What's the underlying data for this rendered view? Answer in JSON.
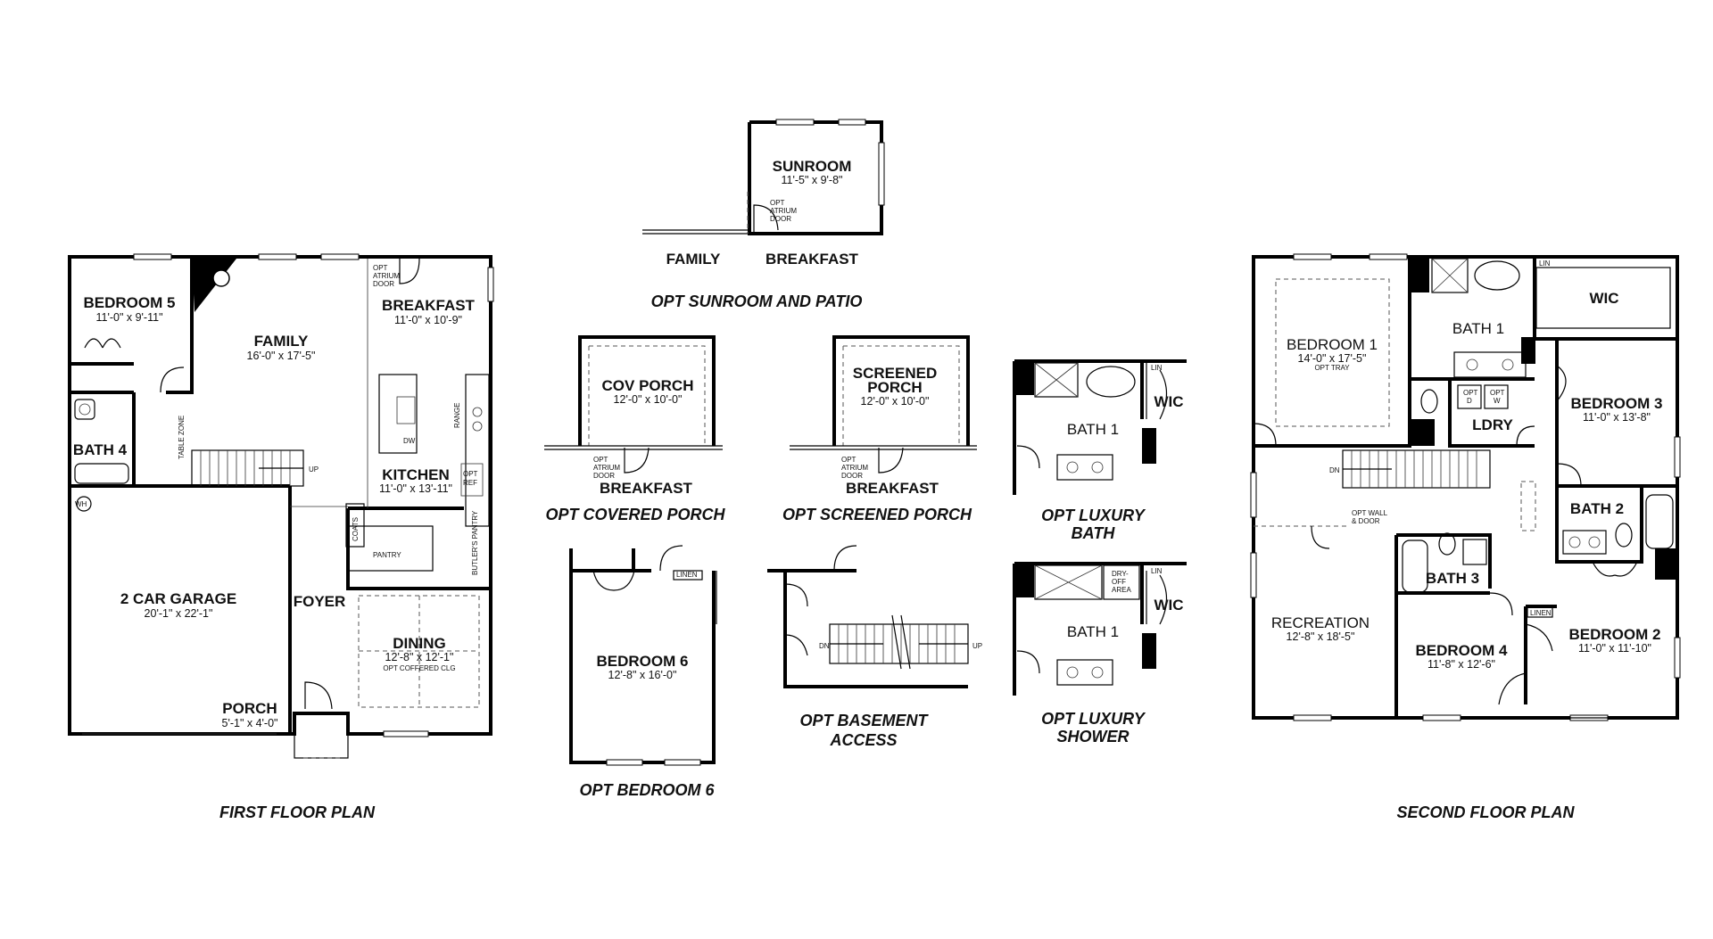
{
  "first_floor": {
    "caption": "FIRST FLOOR PLAN",
    "bedroom5": {
      "name": "BEDROOM 5",
      "size": "11'-0\" x 9'-11\""
    },
    "family": {
      "name": "FAMILY",
      "size": "16'-0\" x 17'-5\""
    },
    "breakfast": {
      "name": "BREAKFAST",
      "size": "11'-0\" x 10'-9\""
    },
    "atrium_note": [
      "OPT",
      "ATRIUM",
      "DOOR"
    ],
    "bath4": {
      "name": "BATH 4"
    },
    "kitchen": {
      "name": "KITCHEN",
      "size": "11'-0\" x 13'-11\""
    },
    "garage": {
      "name": "2 CAR GARAGE",
      "size": "20'-1\" x 22'-1\""
    },
    "foyer": {
      "name": "FOYER"
    },
    "dining": {
      "name": "DINING",
      "size": "12'-8\" x 12'-1\"",
      "note": "OPT COFFERED CLG"
    },
    "porch": {
      "name": "PORCH",
      "size": "5'-1\" x 4'-0\""
    },
    "labels": {
      "up": "UP",
      "wh": "WH",
      "pantry": "PANTRY",
      "butlers": "BUTLER'S PANTRY",
      "coats": "COATS",
      "range": "RANGE",
      "opt_ref": [
        "OPT",
        "REF"
      ],
      "dw": "DW",
      "table": "TABLE ZONE"
    }
  },
  "sunroom_option": {
    "caption": "OPT SUNROOM AND PATIO",
    "room": {
      "name": "SUNROOM",
      "size": "11'-5\" x 9'-8\""
    },
    "door_note": [
      "OPT",
      "ATRIUM",
      "DOOR"
    ],
    "family_label": "FAMILY",
    "breakfast_label": "BREAKFAST"
  },
  "covered_porch_option": {
    "caption": "OPT COVERED PORCH",
    "room": {
      "name": "COV PORCH",
      "size": "12'-0\" x 10'-0\""
    },
    "door_note": [
      "OPT",
      "ATRIUM",
      "DOOR"
    ],
    "breakfast_label": "BREAKFAST"
  },
  "screened_porch_option": {
    "caption": "OPT SCREENED PORCH",
    "room": {
      "name_line1": "SCREENED",
      "name_line2": "PORCH",
      "size": "12'-0\" x 10'-0\""
    },
    "door_note": [
      "OPT",
      "ATRIUM",
      "DOOR"
    ],
    "breakfast_label": "BREAKFAST"
  },
  "luxury_bath_option": {
    "caption_line1": "OPT LUXURY",
    "caption_line2": "BATH",
    "bath": "BATH 1",
    "wic": "WIC",
    "lin": "LIN"
  },
  "bedroom6_option": {
    "caption": "OPT BEDROOM 6",
    "room": {
      "name": "BEDROOM 6",
      "size": "12'-8\" x 16'-0\""
    },
    "linen": "LINEN"
  },
  "basement_option": {
    "caption_line1": "OPT BASEMENT",
    "caption_line2": "ACCESS",
    "dn": "DN",
    "up": "UP"
  },
  "luxury_shower_option": {
    "caption_line1": "OPT LUXURY",
    "caption_line2": "SHOWER",
    "bath": "BATH 1",
    "wic": "WIC",
    "lin": "LIN",
    "dropoff": [
      "DRY-",
      "OFF",
      "AREA"
    ]
  },
  "second_floor": {
    "caption": "SECOND FLOOR PLAN",
    "bedroom1": {
      "name": "BEDROOM 1",
      "size": "14'-0\" x 17'-5\"",
      "note": "OPT TRAY"
    },
    "bath1": "BATH 1",
    "wic": "WIC",
    "lin": "LIN",
    "bedroom3": {
      "name": "BEDROOM 3",
      "size": "11'-0\" x 13'-8\""
    },
    "ldry": "LDRY",
    "opt_d": [
      "OPT",
      "D"
    ],
    "opt_w": [
      "OPT",
      "W"
    ],
    "bath2": "BATH 2",
    "bath3": "BATH 3",
    "recreation": {
      "name": "RECREATION",
      "size": "12'-8\" x 18'-5\""
    },
    "opt_wall": [
      "OPT WALL",
      "& DOOR"
    ],
    "bedroom4": {
      "name": "BEDROOM 4",
      "size": "11'-8\" x 12'-6\""
    },
    "bedroom2": {
      "name": "BEDROOM 2",
      "size": "11'-0\" x 11'-10\""
    },
    "linen": "LINEN",
    "dn": "DN"
  }
}
